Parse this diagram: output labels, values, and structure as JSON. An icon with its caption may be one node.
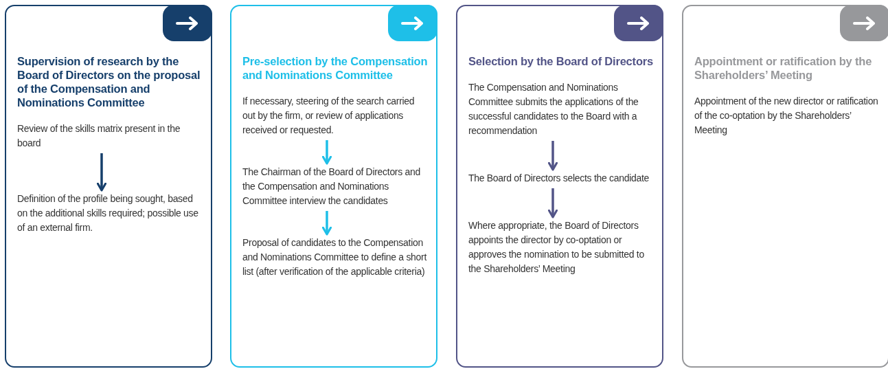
{
  "diagram": {
    "nodes": [
      {
        "text": [
          "Supervision of research by the Board of Directors on the proposal of the Compensation and Nominations Committee"
        ]
      },
      {
        "text": [
          "Review of the skills matrix present in the board"
        ],
        "in": 0
      },
      {
        "text": [
          "Definition of the profile being sought, based on the additional skills required; possible use of an external firm."
        ],
        "in": 0
      },
      {
        "text": [
          "Pre-selection by the Compensation and Nominations Committee"
        ]
      },
      {
        "text": [
          "If necessary, steering of the search carried out by the firm, or review of applications received or requested."
        ],
        "in": 3
      },
      {
        "text": [
          "The Chairman of the Board of Directors and the Compensation and Nominations Committee interview the candidates"
        ],
        "in": 3
      },
      {
        "text": [
          "Proposal of candidates to the Compensation and Nominations Committee to define a short list (after verification of the applicable criteria)"
        ],
        "in": 3
      },
      {
        "text": [
          "Selection by the Board of Directors"
        ]
      },
      {
        "text": [
          "The Compensation and Nominations Committee submits the applications of the successful candidates to the Board with a recommendation"
        ],
        "in": 7
      },
      {
        "text": [
          "The Board of Directors selects the candidate"
        ],
        "in": 7
      },
      {
        "text": [
          "Where appropriate, the Board of Directors appoints the director by co-optation or approves the nomination to be submitted to the Shareholders’ Meeting"
        ],
        "in": 7
      },
      {
        "text": [
          "Appointment or ratification by the Shareholders’ Meeting"
        ]
      },
      {
        "text": [
          "Appointment of the new director or ratification of the co-optation by the Shareholders’ Meeting"
        ],
        "in": 11
      }
    ],
    "edges": [
      {
        "from": 1,
        "to": 2,
        "arrow": "to",
        "color": "#163f6b"
      },
      {
        "from": 4,
        "to": 5,
        "arrow": "to",
        "color": "#1ebfe8"
      },
      {
        "from": 5,
        "to": 6,
        "arrow": "to",
        "color": "#1ebfe8"
      },
      {
        "from": 8,
        "to": 9,
        "arrow": "to",
        "color": "#525487"
      },
      {
        "from": 9,
        "to": 10,
        "arrow": "to",
        "color": "#525487"
      }
    ]
  }
}
